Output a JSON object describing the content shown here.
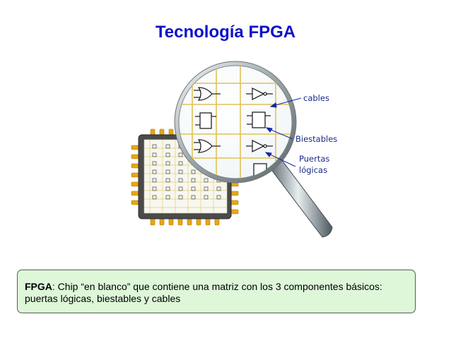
{
  "title": "Tecnología FPGA",
  "labels": {
    "cables": "cables",
    "biestables": "Biestables",
    "puertas_line1": "Puertas",
    "puertas_line2": "lógicas"
  },
  "note": {
    "term": "FPGA",
    "text": ": Chip “en blanco” que contiene una matriz con los 3 componentes básicos: puertas lógicas, biestables y cables"
  },
  "colors": {
    "title": "#0d12c8",
    "label": "#1a2a88",
    "note_background": "#ddf7d8",
    "grid": "#e0c255",
    "pins": "#e8a615",
    "chip_body": "#4a4a4a"
  }
}
